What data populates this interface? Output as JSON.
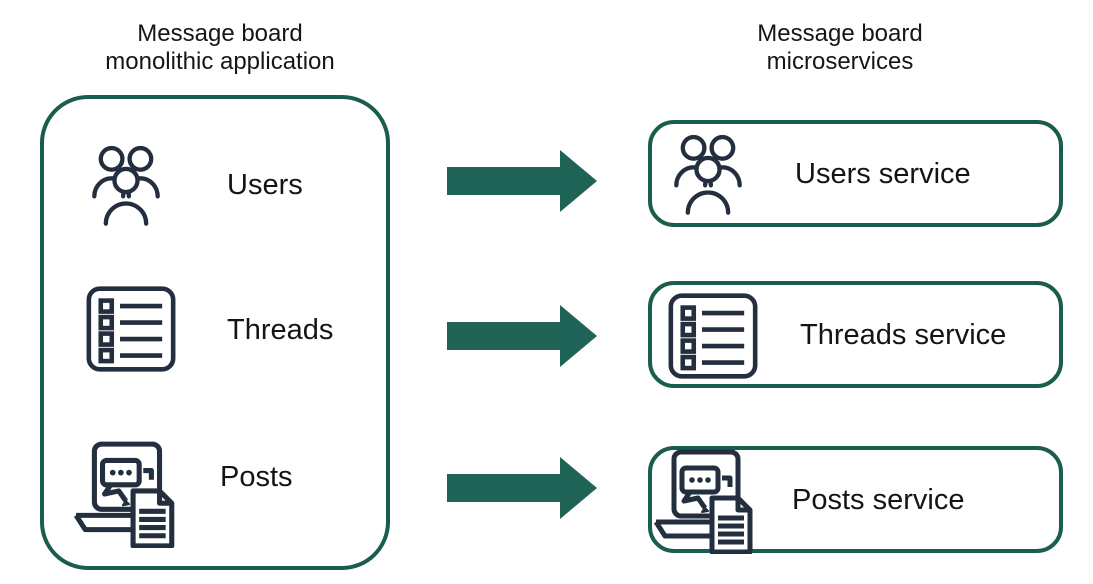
{
  "colors": {
    "accent_teal_border": "#1a5c4e",
    "accent_teal_arrow": "#1e6356",
    "icon_stroke": "#232f3e",
    "text": "#161616"
  },
  "left_panel": {
    "title": "Message board\nmonolithic application",
    "items": [
      {
        "label": "Users",
        "icon": "users-icon"
      },
      {
        "label": "Threads",
        "icon": "threads-icon"
      },
      {
        "label": "Posts",
        "icon": "posts-icon"
      }
    ]
  },
  "right_panel": {
    "title": "Message board\nmicroservices",
    "services": [
      {
        "label": "Users service",
        "icon": "users-icon"
      },
      {
        "label": "Threads service",
        "icon": "threads-icon"
      },
      {
        "label": "Posts service",
        "icon": "posts-icon"
      }
    ]
  },
  "arrows": [
    {
      "icon": "arrow-right-icon"
    },
    {
      "icon": "arrow-right-icon"
    },
    {
      "icon": "arrow-right-icon"
    }
  ]
}
